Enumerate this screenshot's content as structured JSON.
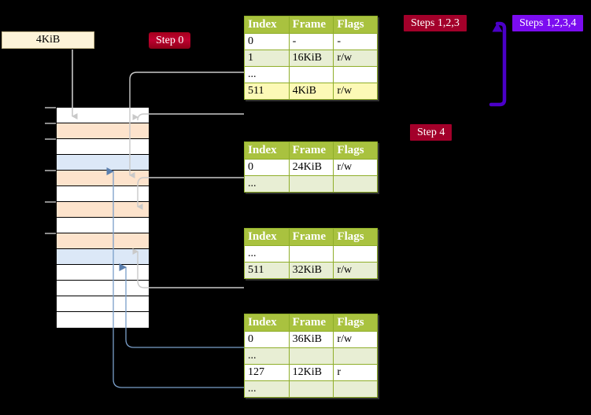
{
  "memory_block": {
    "label": "4KiB"
  },
  "badges": {
    "step0": "Step 0",
    "steps123": "Steps 1,2,3",
    "steps1234": "Steps 1,2,3,4",
    "step4": "Step 4"
  },
  "colors": {
    "badge_red": "#c00030",
    "badge_crimson": "#a3002a",
    "badge_violet": "#7b0cf0",
    "table_header": "#a9c23f",
    "table_alt_row": "#e8eed4",
    "highlight_row": "#fcf9b6",
    "mem_block_fill": "#fdf3d8",
    "mem_row_orange": "#fde3cc",
    "mem_row_blue": "#dce8f7",
    "connector_gray": "#cccccc",
    "connector_blue": "#7a9fc9",
    "arrow_violet": "#4b00c8"
  },
  "tables": [
    {
      "name": "page-table-level-0",
      "columns": [
        "Index",
        "Frame",
        "Flags"
      ],
      "rows": [
        {
          "index": "0",
          "frame": "-",
          "flags": "-",
          "style": "plain"
        },
        {
          "index": "1",
          "frame": "16KiB",
          "flags": "r/w",
          "style": "alt"
        },
        {
          "index": "...",
          "frame": "",
          "flags": "",
          "style": "plain"
        },
        {
          "index": "511",
          "frame": "4KiB",
          "flags": "r/w",
          "style": "highlight"
        }
      ]
    },
    {
      "name": "page-table-level-1",
      "columns": [
        "Index",
        "Frame",
        "Flags"
      ],
      "rows": [
        {
          "index": "0",
          "frame": "24KiB",
          "flags": "r/w",
          "style": "plain"
        },
        {
          "index": "...",
          "frame": "",
          "flags": "",
          "style": "alt"
        }
      ]
    },
    {
      "name": "page-table-level-2",
      "columns": [
        "Index",
        "Frame",
        "Flags"
      ],
      "rows": [
        {
          "index": "...",
          "frame": "",
          "flags": "",
          "style": "plain"
        },
        {
          "index": "511",
          "frame": "32KiB",
          "flags": "r/w",
          "style": "alt"
        }
      ]
    },
    {
      "name": "page-table-level-3",
      "columns": [
        "Index",
        "Frame",
        "Flags"
      ],
      "rows": [
        {
          "index": "0",
          "frame": "36KiB",
          "flags": "r/w",
          "style": "plain"
        },
        {
          "index": "...",
          "frame": "",
          "flags": "",
          "style": "alt"
        },
        {
          "index": "127",
          "frame": "12KiB",
          "flags": "r",
          "style": "plain"
        },
        {
          "index": "...",
          "frame": "",
          "flags": "",
          "style": "alt"
        }
      ]
    }
  ],
  "memory_rows": [
    {
      "fill": "white"
    },
    {
      "fill": "orange"
    },
    {
      "fill": "white"
    },
    {
      "fill": "blue"
    },
    {
      "fill": "orange"
    },
    {
      "fill": "white"
    },
    {
      "fill": "orange"
    },
    {
      "fill": "white"
    },
    {
      "fill": "orange"
    },
    {
      "fill": "blue"
    },
    {
      "fill": "white"
    },
    {
      "fill": "white"
    },
    {
      "fill": "white"
    },
    {
      "fill": "white"
    }
  ],
  "memory_ticks": [
    0,
    1,
    2,
    4,
    6,
    8
  ]
}
